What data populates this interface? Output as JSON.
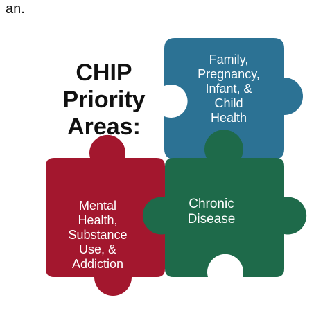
{
  "fragment_text": "an.",
  "title_lines": [
    "CHIP",
    "Priority",
    "Areas:"
  ],
  "pieces": [
    {
      "id": "family",
      "color": "#2c7294",
      "lines": [
        "Family,",
        "Pregnancy,",
        "Infant, &",
        "Child",
        "Health"
      ]
    },
    {
      "id": "chronic",
      "color": "#1e6a4a",
      "lines": [
        "Chronic",
        "Disease"
      ]
    },
    {
      "id": "mental",
      "color": "#a3172e",
      "lines": [
        "Mental",
        "Health,",
        "Substance",
        "Use, &",
        "Addiction"
      ]
    }
  ]
}
